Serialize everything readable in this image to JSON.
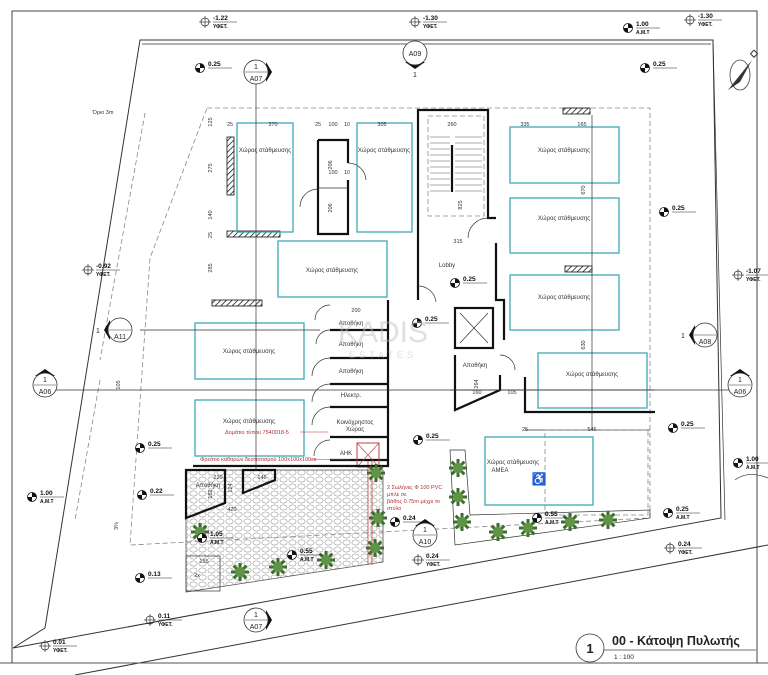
{
  "title_block": {
    "number": "1",
    "title": "00 - Κάτοψη Πυλωτής",
    "scale": "1 : 100"
  },
  "watermark": {
    "brand": "KADIS",
    "sub": "ESTATES"
  },
  "colors": {
    "parking_outline": "#3fa9b5",
    "walls": "#111111",
    "annotation": "#b03030",
    "trees": "#4a7a3a"
  },
  "rooms": {
    "parking_label": "Χώρος στάθμευσης",
    "parking_accessible_label": "Χώρος στάθμευσης",
    "parking_accessible_sub": "ΑΜΕΑ",
    "lobby": "Lobby",
    "storage": "Αποθήκη",
    "electrical": "Ηλεκτρ.",
    "common_1": "Κοινόχρηστος",
    "common_2": "Χώρος",
    "ahk": "ΑΗΚ"
  },
  "annotations": {
    "room_type": "Δομάτιο τύπου 7540018-5",
    "manhole": "Φρεάτιο καθαρών δεσποτισμού 100x100x100εκ",
    "pipes_1": "2 Σωλήνες Φ 100 PVC",
    "pipes_2": "μπλε σε",
    "pipes_3": "βάθος 0.75m μέχρι το",
    "pipes_4": "στύλο"
  },
  "dimensions": [
    "25",
    "370",
    "25",
    "100",
    "10",
    "305",
    "260",
    "335",
    "165",
    "125",
    "275",
    "140",
    "25",
    "285",
    "206",
    "100",
    "10",
    "206",
    "825",
    "315",
    "670",
    "630",
    "200",
    "160",
    "105",
    "25",
    "546",
    "264",
    "220",
    "145",
    "124",
    "182",
    "420",
    "155",
    "2x",
    "3%",
    "Όριο 3m",
    "105"
  ],
  "elevations": [
    {
      "value": "-1.22",
      "ref": "ΥΦΕΤ."
    },
    {
      "value": "-1.30",
      "ref": "ΥΦΕΤ."
    },
    {
      "value": "1.00",
      "ref": "Α.Μ.Τ"
    },
    {
      "value": "-1.30",
      "ref": "ΥΦΕΤ."
    },
    {
      "value": "0.25",
      "ref": ""
    },
    {
      "value": "0.25",
      "ref": ""
    },
    {
      "value": "-0.92",
      "ref": "ΥΦΕΤ."
    },
    {
      "value": "-1.07",
      "ref": "ΥΦΕΤ."
    },
    {
      "value": "0.25",
      "ref": ""
    },
    {
      "value": "0.25",
      "ref": ""
    },
    {
      "value": "0.25",
      "ref": ""
    },
    {
      "value": "0.25",
      "ref": ""
    },
    {
      "value": "0.25",
      "ref": ""
    },
    {
      "value": "0.25",
      "ref": ""
    },
    {
      "value": "0.22",
      "ref": ""
    },
    {
      "value": "1.00",
      "ref": "Α.Μ.Τ"
    },
    {
      "value": "1.00",
      "ref": "Α.Μ.Τ"
    },
    {
      "value": "0.25",
      "ref": "Α.Μ.Τ"
    },
    {
      "value": "0.55",
      "ref": "Α.Μ.Τ"
    },
    {
      "value": "1.05",
      "ref": "Α.Μ.Τ"
    },
    {
      "value": "0.55",
      "ref": "Α.Μ.Τ"
    },
    {
      "value": "0.24",
      "ref": ""
    },
    {
      "value": "0.24",
      "ref": "ΥΦΕΤ."
    },
    {
      "value": "0.24",
      "ref": "ΥΦΕΤ."
    },
    {
      "value": "0.13",
      "ref": ""
    },
    {
      "value": "0.11",
      "ref": "ΥΦΕΤ."
    },
    {
      "value": "0.01",
      "ref": "ΥΦΕΤ."
    }
  ],
  "sections": [
    {
      "label": "A07",
      "num": "1"
    },
    {
      "label": "A09",
      "num": "1"
    },
    {
      "label": "A11",
      "num": "1"
    },
    {
      "label": "A06",
      "num": "1"
    },
    {
      "label": "A08",
      "num": "1"
    },
    {
      "label": "A06",
      "num": "1"
    },
    {
      "label": "A10",
      "num": "1"
    },
    {
      "label": "A07",
      "num": "1"
    }
  ]
}
